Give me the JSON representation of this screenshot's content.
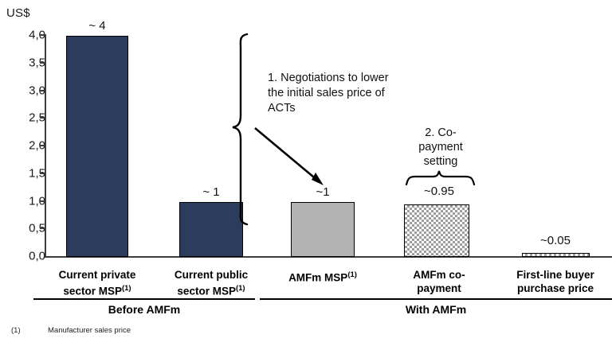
{
  "chart_data": {
    "type": "bar",
    "title": "",
    "ylabel": "US$",
    "xlabel": "",
    "ylim": [
      0,
      4
    ],
    "grid": false,
    "legend": "none",
    "y_ticks": [
      "0,0",
      "0,5",
      "1,0",
      "1,5",
      "2,0",
      "2,5",
      "3,0",
      "3,5",
      "4,0"
    ],
    "y_tick_values": [
      0,
      0.5,
      1.0,
      1.5,
      2.0,
      2.5,
      3.0,
      3.5,
      4.0
    ],
    "categories": [
      "Current private sector MSP",
      "Current public sector MSP",
      "AMFm MSP",
      "AMFm co-payment",
      "First-line buyer purchase price"
    ],
    "values": [
      4.0,
      1.0,
      1.0,
      0.95,
      0.05
    ],
    "value_labels": [
      "~ 4",
      "~ 1",
      "~1",
      "~0.95",
      "~0.05"
    ],
    "bar_styles": [
      "navy-solid",
      "navy-solid",
      "gray-solid",
      "gray-checkered",
      "gray-checkered"
    ],
    "annotations": [
      "1. Negotiations to lower the initial sales price of ACTs",
      "2. Co-payment setting"
    ]
  },
  "axis": {
    "unit_label": "US$",
    "ticks": [
      {
        "label": "4,0",
        "value": 4.0
      },
      {
        "label": "3,5",
        "value": 3.5
      },
      {
        "label": "3,0",
        "value": 3.0
      },
      {
        "label": "2,5",
        "value": 2.5
      },
      {
        "label": "2,0",
        "value": 2.0
      },
      {
        "label": "1,5",
        "value": 1.5
      },
      {
        "label": "1,0",
        "value": 1.0
      },
      {
        "label": "0,5",
        "value": 0.5
      },
      {
        "label": "0,0",
        "value": 0.0
      }
    ]
  },
  "bars": [
    {
      "value_label": "~ 4",
      "style": "navy"
    },
    {
      "value_label": "~ 1",
      "style": "navy"
    },
    {
      "value_label": "~1",
      "style": "gray"
    },
    {
      "value_label": "~0.95",
      "style": "check"
    },
    {
      "value_label": "~0.05",
      "style": "check"
    }
  ],
  "callouts": {
    "one": {
      "line1": "1. Negotiations to lower",
      "line2": "the initial sales price of",
      "line3": "ACTs"
    },
    "two": {
      "line1": "2. Co-",
      "line2": "payment",
      "line3": "setting"
    }
  },
  "categories": [
    {
      "line1": "Current private",
      "line2": "sector MSP",
      "sup": "(1)"
    },
    {
      "line1": "Current public",
      "line2": "sector MSP",
      "sup": "(1)"
    },
    {
      "line1": "AMFm MSP",
      "line2": "",
      "sup": "(1)"
    },
    {
      "line1": "AMFm co-",
      "line2": "payment",
      "sup": ""
    },
    {
      "line1": "First-line buyer",
      "line2": "purchase price",
      "sup": ""
    }
  ],
  "groups": [
    {
      "label": "Before AMFm"
    },
    {
      "label": "With AMFm"
    }
  ],
  "footnote": {
    "marker": "(1)",
    "text": "Manufacturer sales price"
  },
  "colors": {
    "navy": "#2b3c5c",
    "gray": "#b3b3b3",
    "axis": "#3c3c3c",
    "text": "#000000"
  }
}
